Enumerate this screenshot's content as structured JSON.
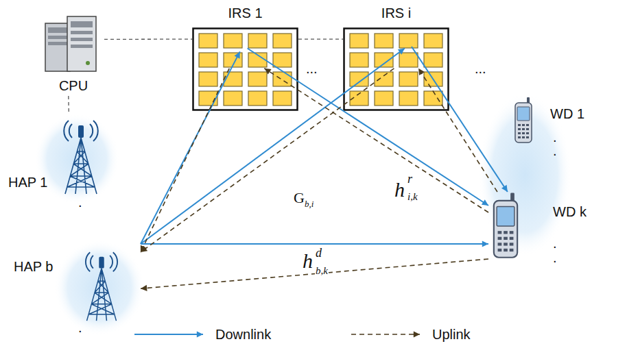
{
  "diagram": {
    "nodes": [
      {
        "text": [
          "CPU"
        ]
      },
      {
        "text": [
          "IRS 1"
        ]
      },
      {
        "text": [
          "IRS i"
        ]
      },
      {
        "text": [
          "HAP 1"
        ]
      },
      {
        "text": [
          "WD 1"
        ]
      },
      {
        "text": [
          "HAP b"
        ]
      },
      {
        "text": [
          "WD k"
        ]
      }
    ],
    "edges": [
      {
        "from": 0,
        "to": 1,
        "arrow": "none"
      },
      {
        "from": 1,
        "to": 2,
        "arrow": "none"
      },
      {
        "from": 0,
        "to": 3,
        "arrow": "none"
      },
      {
        "from": 5,
        "to": 1,
        "arrow": "to"
      },
      {
        "from": 5,
        "to": 2,
        "arrow": "to"
      },
      {
        "from": 5,
        "to": 6,
        "arrow": "to"
      },
      {
        "from": 1,
        "to": 6,
        "arrow": "to"
      },
      {
        "from": 2,
        "to": 6,
        "arrow": "to"
      },
      {
        "from": 6,
        "to": 1,
        "arrow": "to"
      },
      {
        "from": 6,
        "to": 2,
        "arrow": "to"
      },
      {
        "from": 1,
        "to": 5,
        "arrow": "to"
      },
      {
        "from": 2,
        "to": 5,
        "arrow": "to"
      },
      {
        "from": 6,
        "to": 5,
        "arrow": "to"
      }
    ],
    "labels": [
      "...",
      "...",
      ".",
      ".",
      ".",
      ".",
      ".",
      ".",
      "h",
      "r",
      "i,k",
      "G",
      "b,i",
      "h",
      "d",
      "b,k"
    ],
    "legend": [
      {
        "text": "Downlink"
      },
      {
        "text": "Uplink"
      }
    ]
  }
}
